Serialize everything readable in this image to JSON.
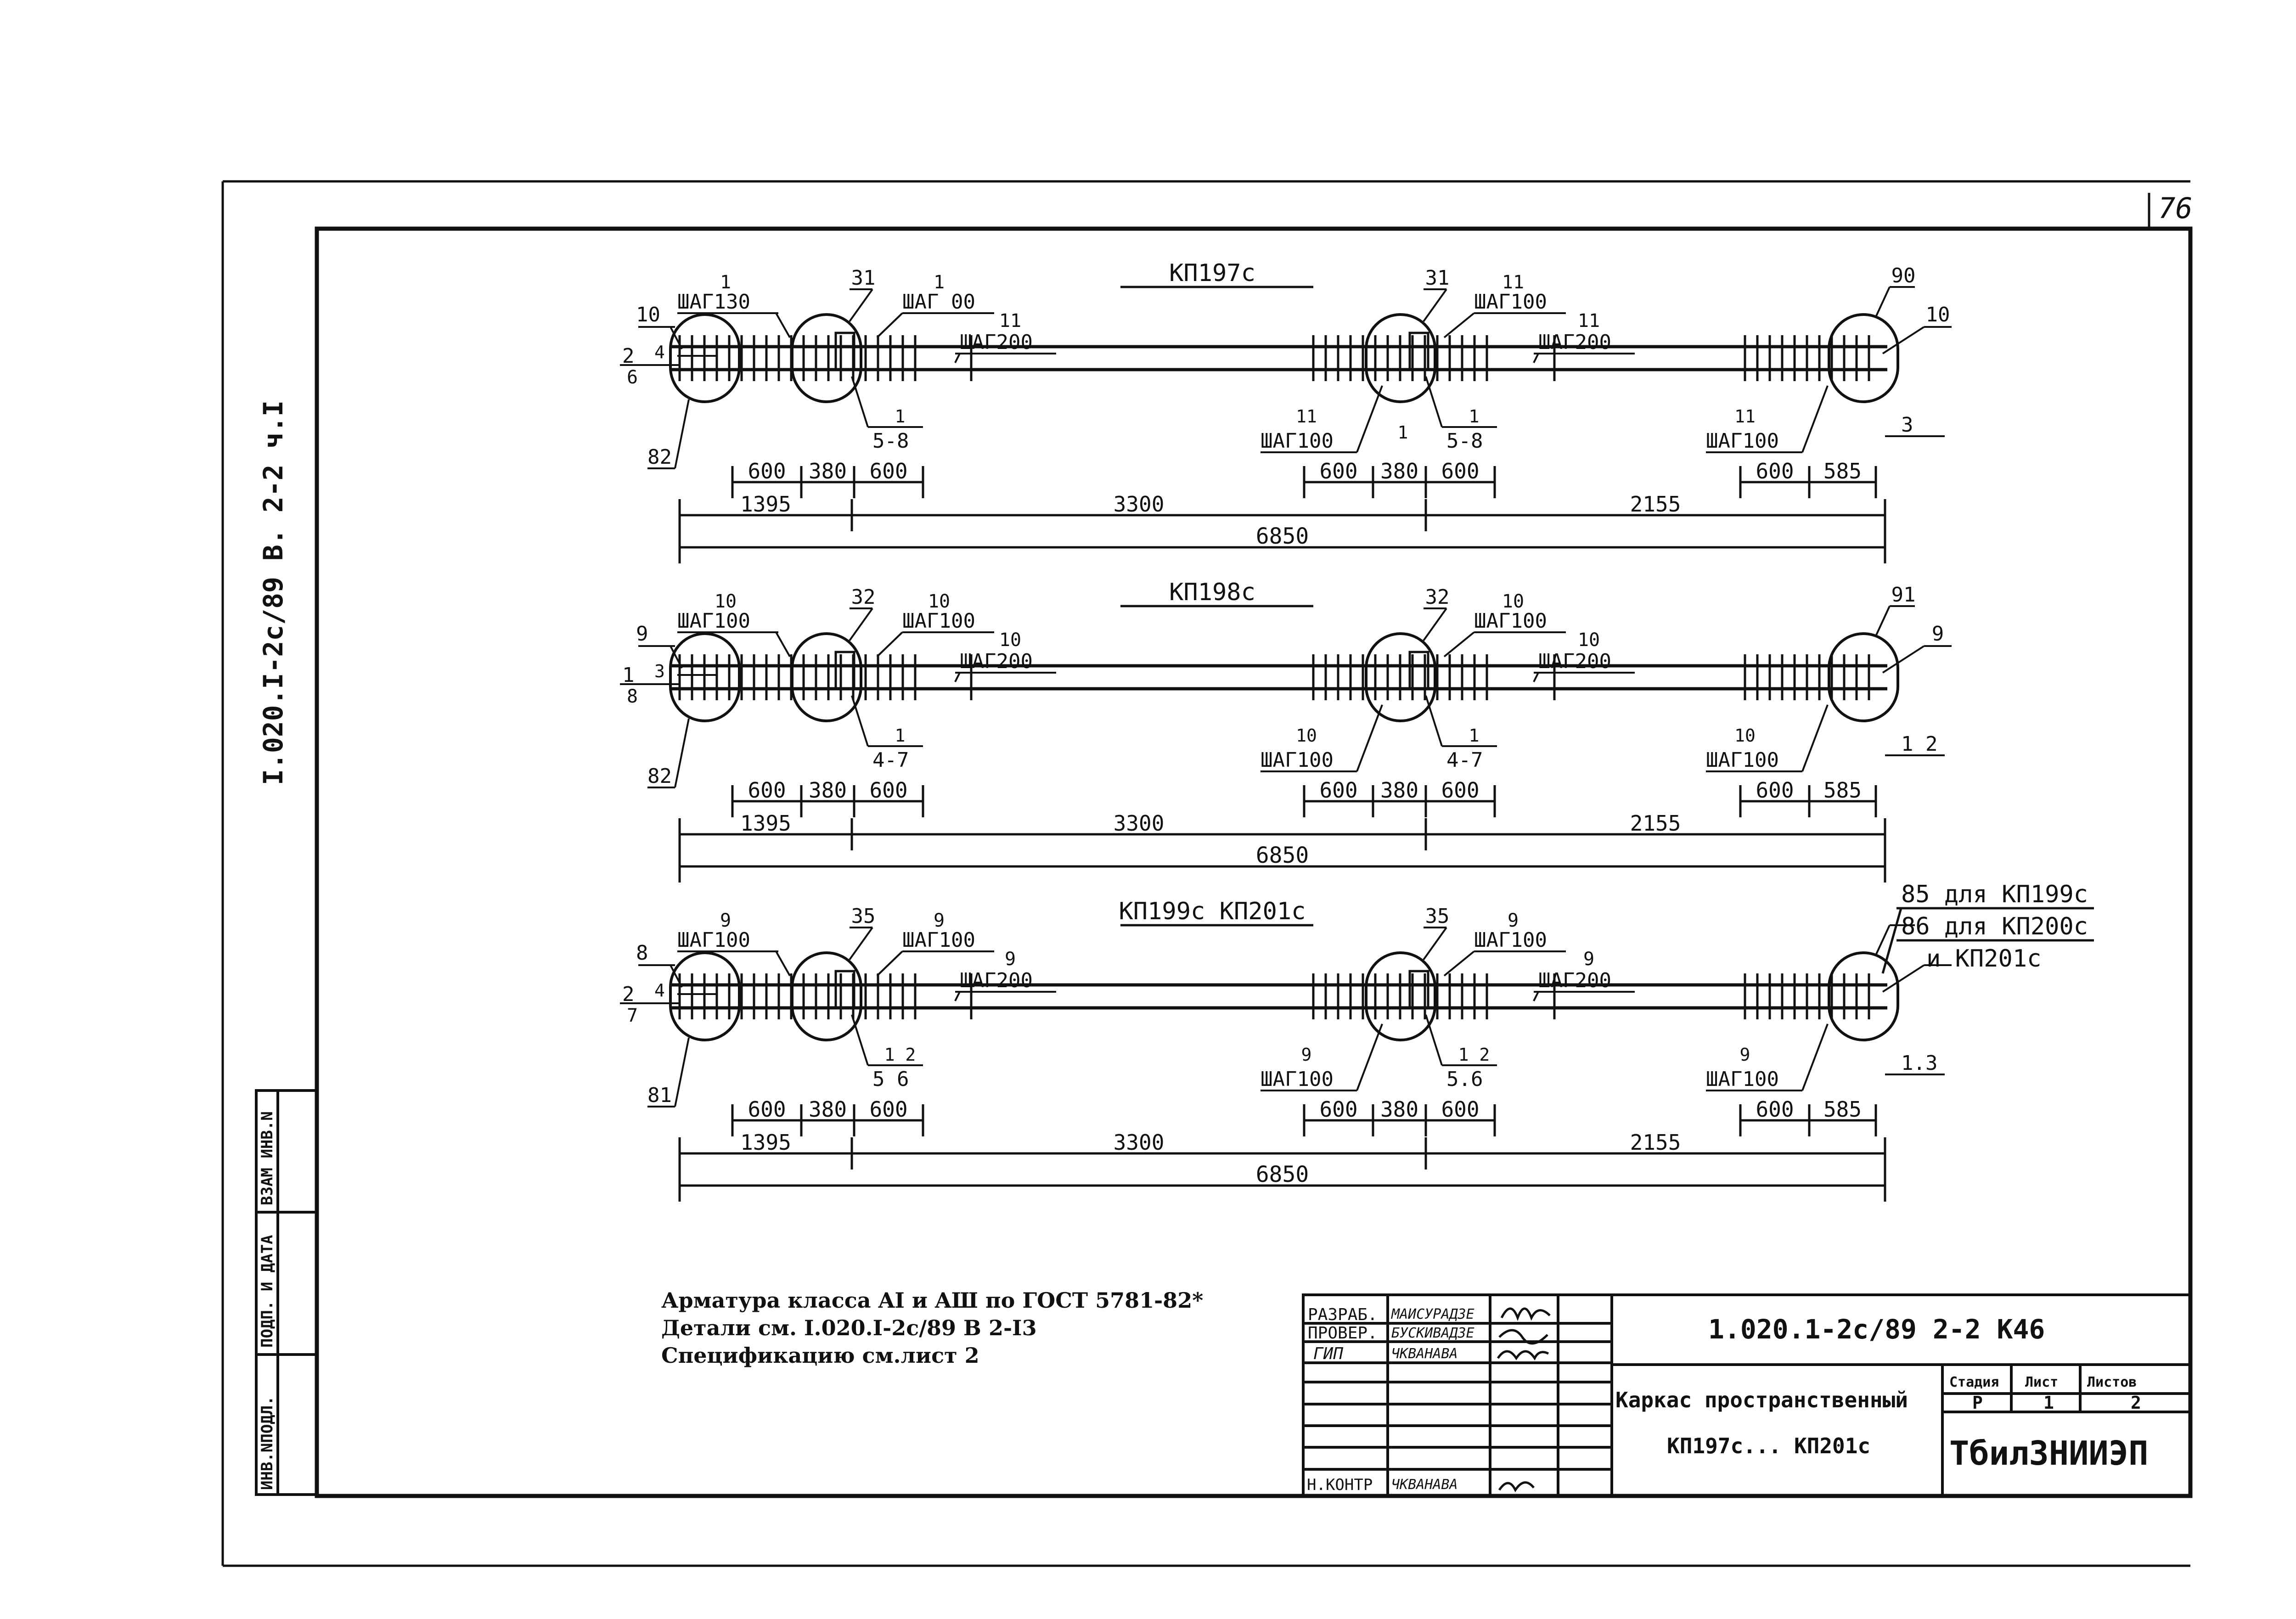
{
  "sheet": {
    "page_number": "76",
    "side_label": "I.020.I-2c/89 B. 2-2 ч.I",
    "left_stamp": [
      "ВЗАМ ИНВ.N",
      "ПОДП. И ДАТА",
      "ИНВ.NПОДЛ."
    ]
  },
  "frames": [
    {
      "title": "КП197с",
      "callouts": {
        "left_bar": "10",
        "left_rod": "2",
        "left_top": "4",
        "left_bottom": "6",
        "left_bottom_ring": "82",
        "step1_top": "1",
        "step1_label": "ШАГ130",
        "ring1": "31",
        "step2_top": "1",
        "step2_label": "ШАГ 00",
        "step3_top": "11",
        "step3_label": "ШАГ200",
        "ring1_below_top": "1",
        "ring1_below": "5-8",
        "ring2": "31",
        "step4_top": "11",
        "step4_label": "ШАГ100",
        "step5_top": "11",
        "step5_label": "ШАГ200",
        "mid_below_top": "11",
        "mid_below": "ШАГ100",
        "ring2_inner": "1",
        "ring2_below_top": "1",
        "ring2_below": "5-8",
        "right_ring": "90",
        "right_bar": "10",
        "right_below_top": "11",
        "right_below": "ШАГ100",
        "right_end": "3"
      },
      "dims": {
        "a1": "600",
        "a2": "380",
        "a3": "600",
        "b1": "600",
        "b2": "380",
        "b3": "600",
        "c1": "600",
        "c2": "585",
        "s1": "1395",
        "s2": "3300",
        "s3": "2155",
        "total": "6850"
      }
    },
    {
      "title": "КП198с",
      "callouts": {
        "left_bar": "9",
        "left_rod": "1",
        "left_top": "3",
        "left_bottom": "8",
        "left_bottom_ring": "82",
        "step1_top": "10",
        "step1_label": "ШАГ100",
        "ring1": "32",
        "step2_top": "10",
        "step2_label": "ШАГ100",
        "step3_top": "10",
        "step3_label": "ШАГ200",
        "ring1_below_top": "1",
        "ring1_below": "4-7",
        "ring2": "32",
        "step4_top": "10",
        "step4_label": "ШАГ100",
        "step5_top": "10",
        "step5_label": "ШАГ200",
        "mid_below_top": "10",
        "mid_below": "ШАГ100",
        "ring2_inner": "",
        "ring2_below_top": "1",
        "ring2_below": "4-7",
        "right_ring": "91",
        "right_bar": "9",
        "right_below_top": "10",
        "right_below": "ШАГ100",
        "right_end": "1 2"
      },
      "dims": {
        "a1": "600",
        "a2": "380",
        "a3": "600",
        "b1": "600",
        "b2": "380",
        "b3": "600",
        "c1": "600",
        "c2": "585",
        "s1": "1395",
        "s2": "3300",
        "s3": "2155",
        "total": "6850"
      }
    },
    {
      "title": "КП199с  КП201с",
      "callouts": {
        "left_bar": "8",
        "left_rod": "2",
        "left_top": "4",
        "left_bottom": "7",
        "left_bottom_ring": "81",
        "step1_top": "9",
        "step1_label": "ШАГ100",
        "ring1": "35",
        "step2_top": "9",
        "step2_label": "ШАГ100",
        "step3_top": "9",
        "step3_label": "ШАГ200",
        "ring1_below_top": "1 2",
        "ring1_below": "5 6",
        "ring2": "35",
        "step4_top": "9",
        "step4_label": "ШАГ100",
        "step5_top": "9",
        "step5_label": "ШАГ200",
        "mid_below_top": "9",
        "mid_below": "ШАГ100",
        "ring2_inner": "",
        "ring2_below_top": "1 2",
        "ring2_below": "5.6",
        "right_ring": "",
        "right_bar": "",
        "right_below_top": "9",
        "right_below": "ШАГ100",
        "right_end": "1.3"
      },
      "extra_notes": [
        "85 для КП199с",
        "86 для КП200с",
        "и КП201с"
      ],
      "dims": {
        "a1": "600",
        "a2": "380",
        "a3": "600",
        "b1": "600",
        "b2": "380",
        "b3": "600",
        "c1": "600",
        "c2": "585",
        "s1": "1395",
        "s2": "3300",
        "s3": "2155",
        "total": "6850"
      }
    }
  ],
  "notes": [
    "Арматура класса AI и AШ по ГОСТ 5781-82*",
    "Детали см. I.020.I-2c/89 B 2-I3",
    "Спецификацию см.лист 2"
  ],
  "title_block": {
    "roles": [
      "РАЗРАБ.",
      "ПРОВЕР.",
      "ГИП",
      "Н.КОНТР"
    ],
    "names": [
      "МАИСУРАДЗЕ",
      "БУСКИВАДЗЕ",
      "ЧКВАНАВА",
      "ЧКВАНАВА"
    ],
    "document_code": "1.020.1-2с/89 2-2 К46",
    "name_line1": "Каркас пространственный",
    "name_line2": "КП197с... КП201с",
    "stage_header": "Стадия",
    "sheet_header": "Лист",
    "sheets_header": "Листов",
    "stage": "Р",
    "sheet": "1",
    "sheets": "2",
    "organization": "ТбилЗНИИЭП"
  }
}
